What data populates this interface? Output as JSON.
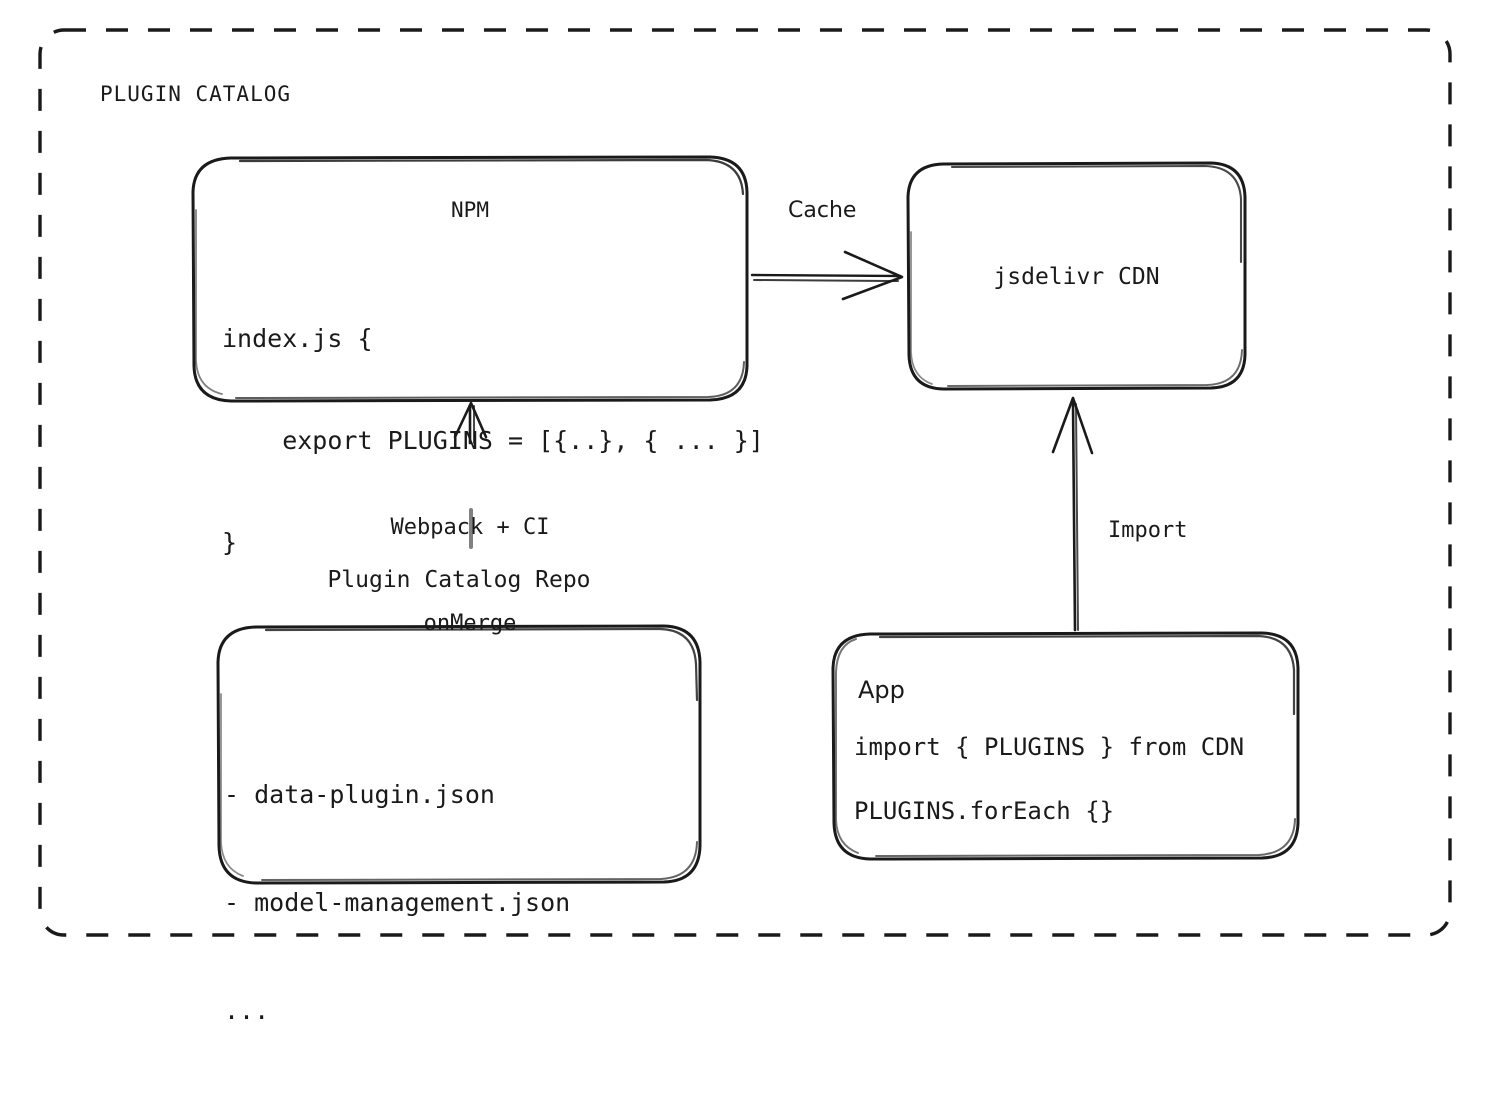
{
  "diagram": {
    "container": {
      "title": "PLUGIN CATALOG",
      "border_style": "dashed",
      "border_color": "#1a1a1a"
    },
    "nodes": {
      "npm": {
        "title": "NPM",
        "code_lines": [
          "index.js {",
          "    export PLUGINS = [{..}, { ... }]",
          "}"
        ]
      },
      "cdn": {
        "title": "jsdelivr CDN"
      },
      "repo": {
        "label": "Plugin Catalog Repo",
        "items": [
          "- data-plugin.json",
          "- model-management.json",
          "..."
        ]
      },
      "app": {
        "title": "App",
        "code_line_1": "import { PLUGINS } from CDN",
        "code_line_2": "PLUGINS.forEach {}"
      }
    },
    "edges": [
      {
        "id": "npm-to-cdn",
        "from": "npm",
        "to": "cdn",
        "label": "Cache",
        "direction": "right"
      },
      {
        "id": "repo-to-npm",
        "from": "repo",
        "to": "npm",
        "label_line_1": "Webpack + CI",
        "label_line_2": "onMerge",
        "direction": "up"
      },
      {
        "id": "app-to-cdn",
        "from": "app",
        "to": "cdn",
        "label": "Import",
        "direction": "up"
      }
    ]
  },
  "colors": {
    "stroke": "#1a1a1a",
    "background": "#ffffff"
  }
}
